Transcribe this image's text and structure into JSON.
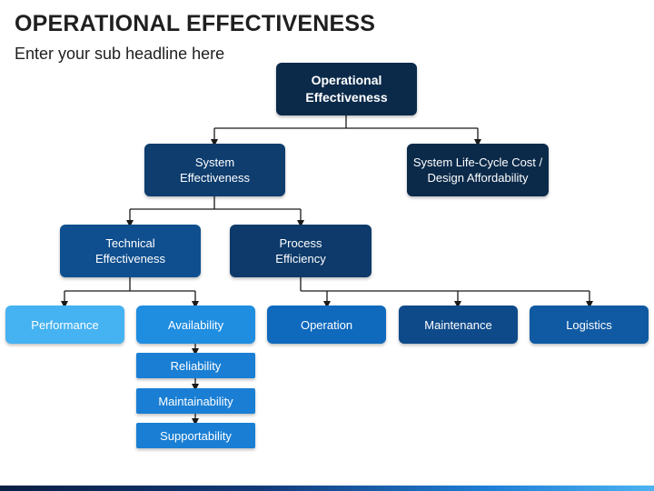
{
  "header": {
    "title": "OPERATIONAL EFFECTIVENESS",
    "subtitle": "Enter your sub headline here"
  },
  "colors": {
    "darkest": "#0b2a4a",
    "dark": "#0d3a6a",
    "medium": "#0e4a8a",
    "blue": "#0f69bd",
    "bright": "#1f8de0",
    "light": "#45b2f2",
    "connector": "#1a1a1a"
  },
  "nodes": {
    "root": {
      "line1": "Operational",
      "line2": "Effectiveness"
    },
    "system_effectiveness": {
      "line1": "System",
      "line2": "Effectiveness"
    },
    "lifecycle": {
      "line1": "System Life-Cycle Cost /",
      "line2": "Design Affordability"
    },
    "technical": {
      "line1": "Technical",
      "line2": "Effectiveness"
    },
    "process": {
      "line1": "Process",
      "line2": "Efficiency"
    },
    "performance": "Performance",
    "availability": "Availability",
    "reliability": "Reliability",
    "maintainability": "Maintainability",
    "supportability": "Supportability",
    "operation": "Operation",
    "maintenance": "Maintenance",
    "logistics": "Logistics"
  }
}
